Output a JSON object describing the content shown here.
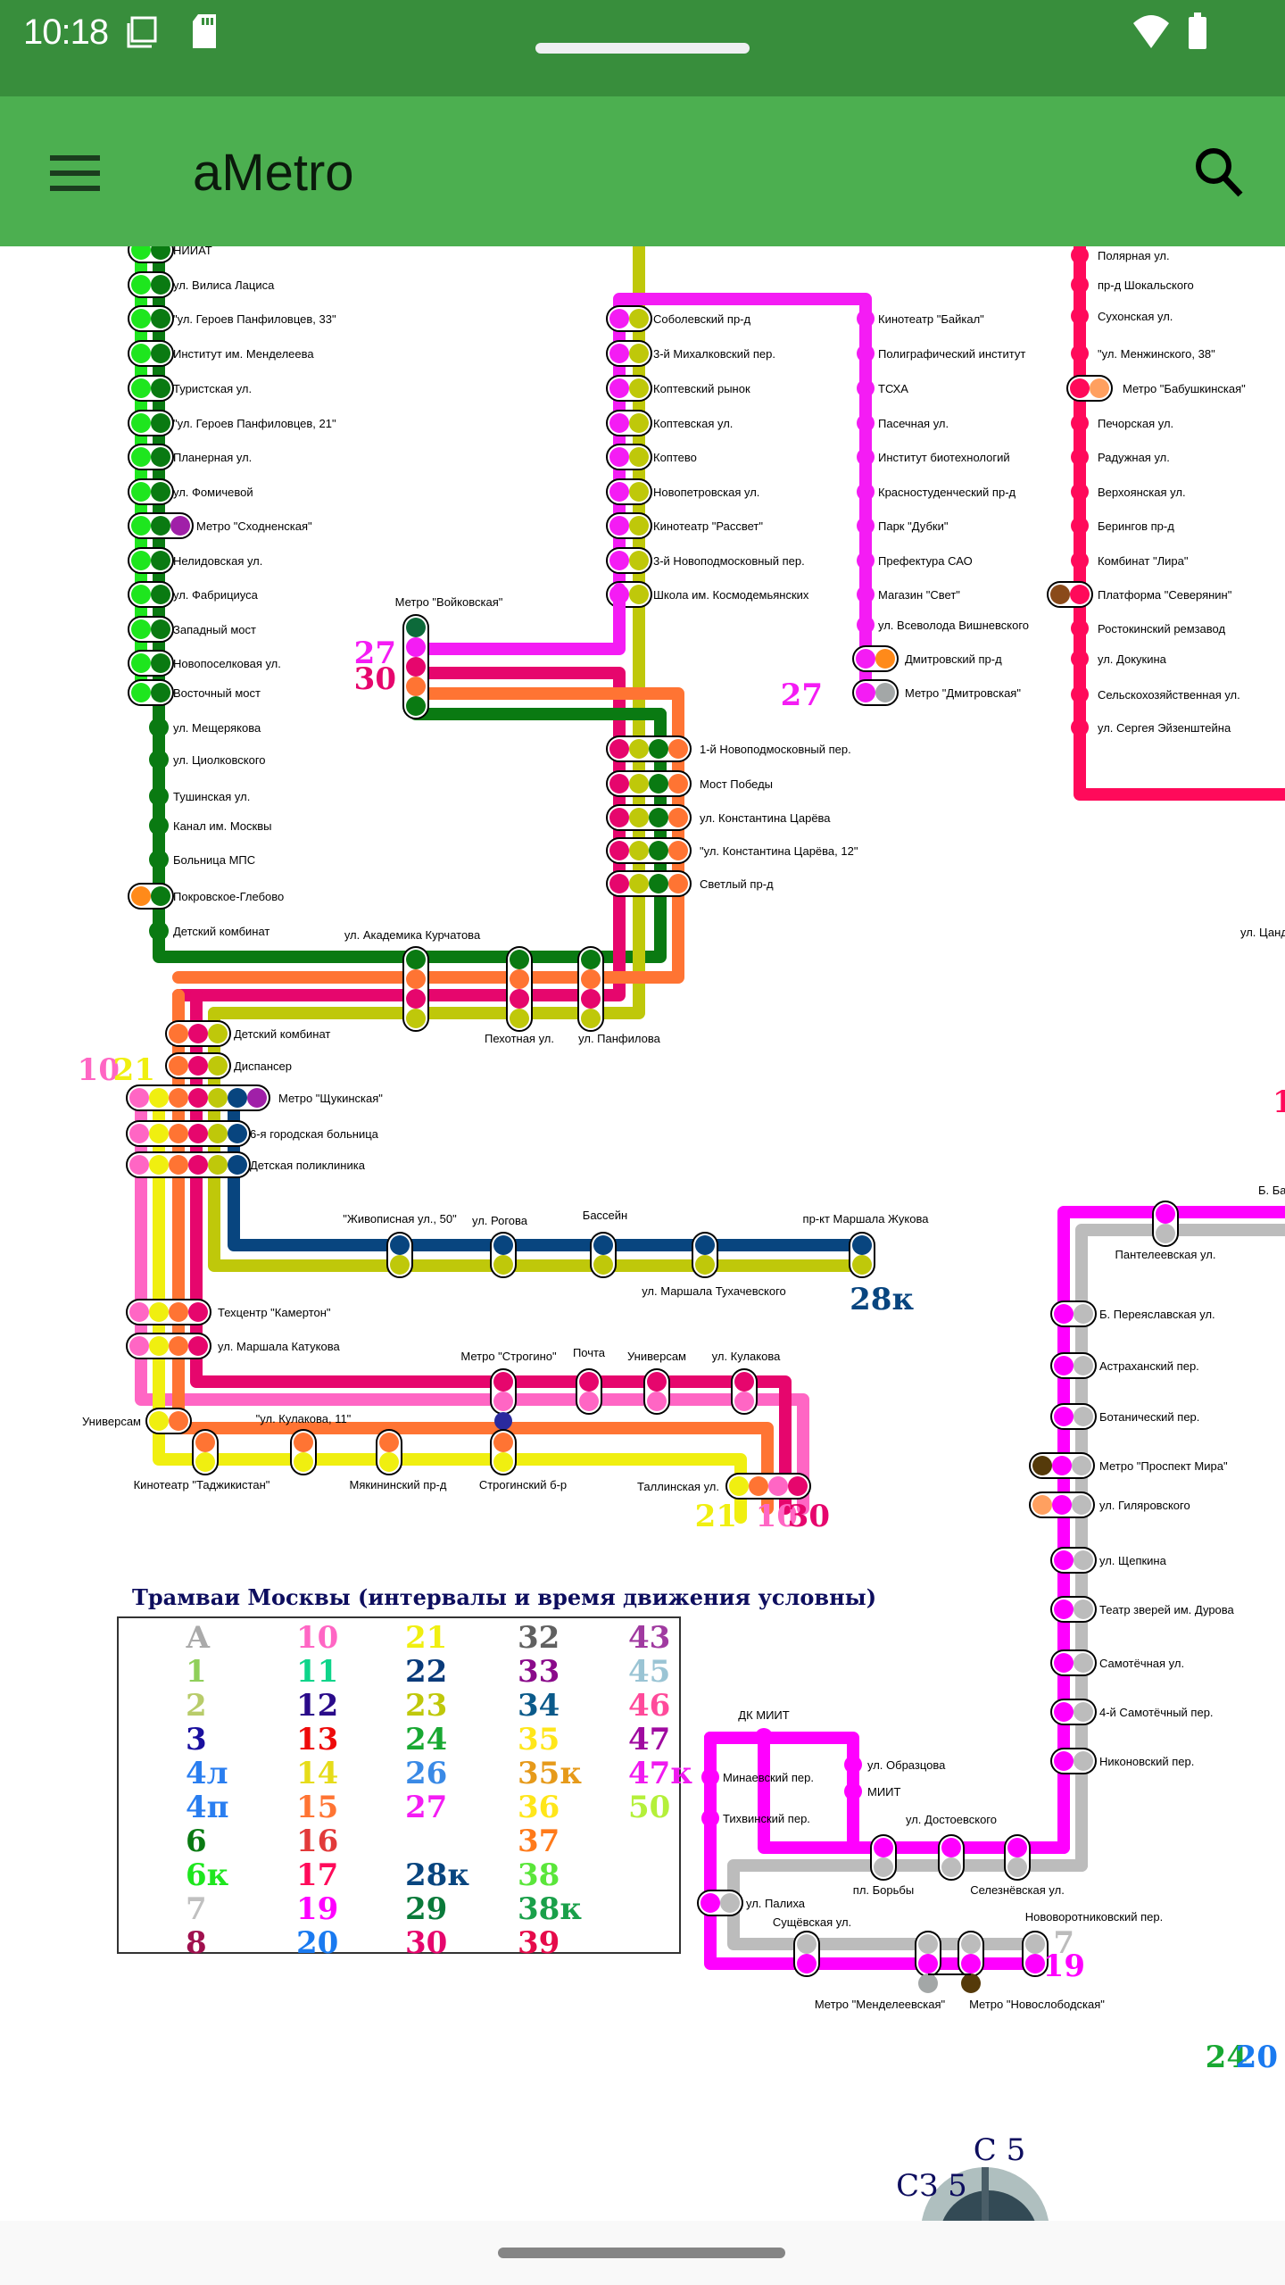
{
  "status_bar": {
    "time": "10:18",
    "icons": [
      "screenshot-icon",
      "sd-card-icon",
      "wifi-icon",
      "battery-icon"
    ]
  },
  "app_bar": {
    "title": "aMetro",
    "menu_icon": "hamburger-menu-icon",
    "search_icon": "search-icon"
  },
  "colors": {
    "status_bar": "#388e3c",
    "app_bar": "#4caf50",
    "route_6": "#0a7a12",
    "route_6k": "#1ee61e",
    "route_10": "#ff66c4",
    "route_15": "#ff7433",
    "route_19": "#ff00ff",
    "route_21": "#f0ef10",
    "route_23": "#bfc80a",
    "route_27": "#f41cf4",
    "route_28k": "#08457f",
    "route_30": "#e6066d",
    "route_7": "#bcbcbc",
    "route_17": "#ff0a5a"
  },
  "map": {
    "stations_left_column": [
      "НИИАТ",
      "ул. Вилиса Лациса",
      "\"ул. Героев Панфиловцев, 33\"",
      "Институт им. Менделеева",
      "Туристская ул.",
      "\"ул. Героев Панфиловцев, 21\"",
      "Планерная ул.",
      "ул. Фомичевой",
      "Метро \"Сходненская\"",
      "Нелидовская ул.",
      "ул. Фабрициуса",
      "Западный мост",
      "Новопоселковая ул.",
      "Восточный мост",
      "ул. Мещерякова",
      "ул. Циолковского",
      "Тушинская ул.",
      "Канал им. Москвы",
      "Больница МПС",
      "Покровское-Глебово",
      "Детский комбинат"
    ],
    "stations_koptevo": [
      "Соболевский пр-д",
      "3-й Михалковский пер.",
      "Коптевский рынок",
      "Коптевская ул.",
      "Коптево",
      "Новопетровская ул.",
      "Кинотеатр \"Рассвет\"",
      "3-й Новоподмосковный пер.",
      "Школа им. Космодемьянских"
    ],
    "stations_27_east": [
      "Кинотеатр \"Байкал\"",
      "Полиграфический институт",
      "ТСХА",
      "Пасечная ул.",
      "Институт биотехнологий",
      "Красностуденческий пр-д",
      "Парк \"Дубки\"",
      "Префектура САО",
      "Магазин \"Свет\"",
      "ул. Всеволода Вишневского",
      "Дмитровский пр-д",
      "Метро \"Дмитровская\""
    ],
    "stations_17": [
      "Полярная ул.",
      "пр-д Шокальского",
      "Сухонская ул.",
      "\"ул. Менжинского, 38\"",
      "Метро \"Бабушкинская\"",
      "Печорская ул.",
      "Радужная ул.",
      "Верхоянская ул.",
      "Берингов пр-д",
      "Комбинат \"Лира\"",
      "Платформа \"Северянин\"",
      "Ростокинский ремзавод",
      "ул. Докукина",
      "Сельскохозяйственная ул.",
      "ул. Сергея Эйзенштейна"
    ],
    "stations_voikovskaya": {
      "metro": "Метро \"Войковская\"",
      "route_labels": [
        "27",
        "30"
      ]
    },
    "stations_mid": [
      "1-й Новоподмосковный пер.",
      "Мост Победы",
      "ул. Константина Царёва",
      "\"ул. Константина Царёва, 12\"",
      "Светлый пр-д"
    ],
    "stations_kurchatova_row": [
      "ул. Академика Курчатова",
      "Пехотная ул.",
      "ул. Панфилова"
    ],
    "stations_shchukinskaya": [
      "Детский комбинат",
      "Диспансер",
      "Метро \"Щукинская\"",
      "6-я городская больница",
      "Детская поликлиника"
    ],
    "shchukinskaya_route_labels": [
      "10",
      "21"
    ],
    "stations_28k_row": {
      "top": [
        "\"Живописная ул., 50\"",
        "ул. Рогова",
        "Бассейн",
        "пр-кт Маршала Жукова"
      ],
      "bottom": [
        "ул. Маршала Тухачевского"
      ],
      "route_label": "28к"
    },
    "stations_strogino": [
      "Техцентр \"Камертон\"",
      "ул. Маршала Катукова",
      "Метро \"Строгино\"",
      "Почта",
      "Универсам",
      "ул. Кулакова",
      "Универсам",
      "\"ул. Кулакова, 11\"",
      "Кинотеатр \"Таджикистан\"",
      "Мякининский пр-д",
      "Строгинский б-р",
      "Таллинская ул."
    ],
    "strogino_route_labels": [
      "21",
      "10",
      "30"
    ],
    "stations_east_other": [
      "ул. Цандера",
      "Б. Ба"
    ],
    "partial_route_label_east": "1",
    "stations_19_7": [
      "Пантелеевская ул.",
      "Б. Переяславская ул.",
      "Астраханский пер.",
      "Ботанический пер.",
      "Метро \"Проспект Мира\"",
      "ул. Гиляровского",
      "ул. Щепкина",
      "Театр зверей им. Дурова",
      "Самотёчная ул.",
      "4-й Самотёчный пер.",
      "Никоновский пер.",
      "ДК МИИТ",
      "ул. Образцова",
      "МИИТ",
      "Минаевский пер.",
      "Тихвинский пер.",
      "ул. Достоевского",
      "пл. Борьбы",
      "Селезнёвская ул.",
      "ул. Палиха",
      "Сущёвская ул.",
      "Нововоротниковский пер.",
      "Метро \"Менделеевская\"",
      "Метро \"Новослободская\""
    ],
    "route_labels_19_7": [
      "7",
      "19"
    ],
    "bottom_route_labels": [
      "24",
      "20"
    ],
    "compass": {
      "north_label": "С 5",
      "northwest_label": "СЗ 5"
    }
  },
  "legend": {
    "title": "Трамваи Москвы (интервалы и время движения условны)",
    "columns": [
      [
        {
          "t": "А",
          "c": "#aaaaaa"
        },
        {
          "t": "1",
          "c": "#8fcf5a"
        },
        {
          "t": "2",
          "c": "#b8cc6a"
        },
        {
          "t": "3",
          "c": "#1a0f9e"
        },
        {
          "t": "4л",
          "c": "#2a7ef0"
        },
        {
          "t": "4п",
          "c": "#2a7ef0"
        },
        {
          "t": "6",
          "c": "#0a7a12"
        },
        {
          "t": "6к",
          "c": "#1ee61e"
        },
        {
          "t": "7",
          "c": "#c0c0c0"
        },
        {
          "t": "8",
          "c": "#a0104e"
        }
      ],
      [
        {
          "t": "10",
          "c": "#ff66c4"
        },
        {
          "t": "11",
          "c": "#0ed48a"
        },
        {
          "t": "12",
          "c": "#2a0a8a"
        },
        {
          "t": "13",
          "c": "#ee0a0a"
        },
        {
          "t": "14",
          "c": "#e6dc1a"
        },
        {
          "t": "15",
          "c": "#ff7433"
        },
        {
          "t": "16",
          "c": "#e23a3a"
        },
        {
          "t": "17",
          "c": "#ff0a5a"
        },
        {
          "t": "19",
          "c": "#ff00ff"
        },
        {
          "t": "20",
          "c": "#1a7af0"
        }
      ],
      [
        {
          "t": "21",
          "c": "#f0ef10"
        },
        {
          "t": "22",
          "c": "#083a7a"
        },
        {
          "t": "23",
          "c": "#bfc80a"
        },
        {
          "t": "24",
          "c": "#18a832"
        },
        {
          "t": "26",
          "c": "#3a8ae6"
        },
        {
          "t": "27",
          "c": "#f41cf4"
        },
        {
          "t": "",
          "c": "#000"
        },
        {
          "t": "28к",
          "c": "#08457f"
        },
        {
          "t": "29",
          "c": "#0a7a3a"
        },
        {
          "t": "30",
          "c": "#e6066d"
        }
      ],
      [
        {
          "t": "32",
          "c": "#606060"
        },
        {
          "t": "33",
          "c": "#8a0a8a"
        },
        {
          "t": "34",
          "c": "#0a5a8a"
        },
        {
          "t": "35",
          "c": "#ffe61a"
        },
        {
          "t": "35к",
          "c": "#e69a1a"
        },
        {
          "t": "36",
          "c": "#ffe61a"
        },
        {
          "t": "37",
          "c": "#ff7a1a"
        },
        {
          "t": "38",
          "c": "#5ae63a"
        },
        {
          "t": "38к",
          "c": "#1aa04a"
        },
        {
          "t": "39",
          "c": "#e60a4a"
        }
      ],
      [
        {
          "t": "43",
          "c": "#a03aa0"
        },
        {
          "t": "45",
          "c": "#9ac4d4"
        },
        {
          "t": "46",
          "c": "#ff4a9a"
        },
        {
          "t": "47",
          "c": "#a00aa0"
        },
        {
          "t": "47к",
          "c": "#f01af0"
        },
        {
          "t": "50",
          "c": "#b4f03a"
        }
      ]
    ]
  }
}
